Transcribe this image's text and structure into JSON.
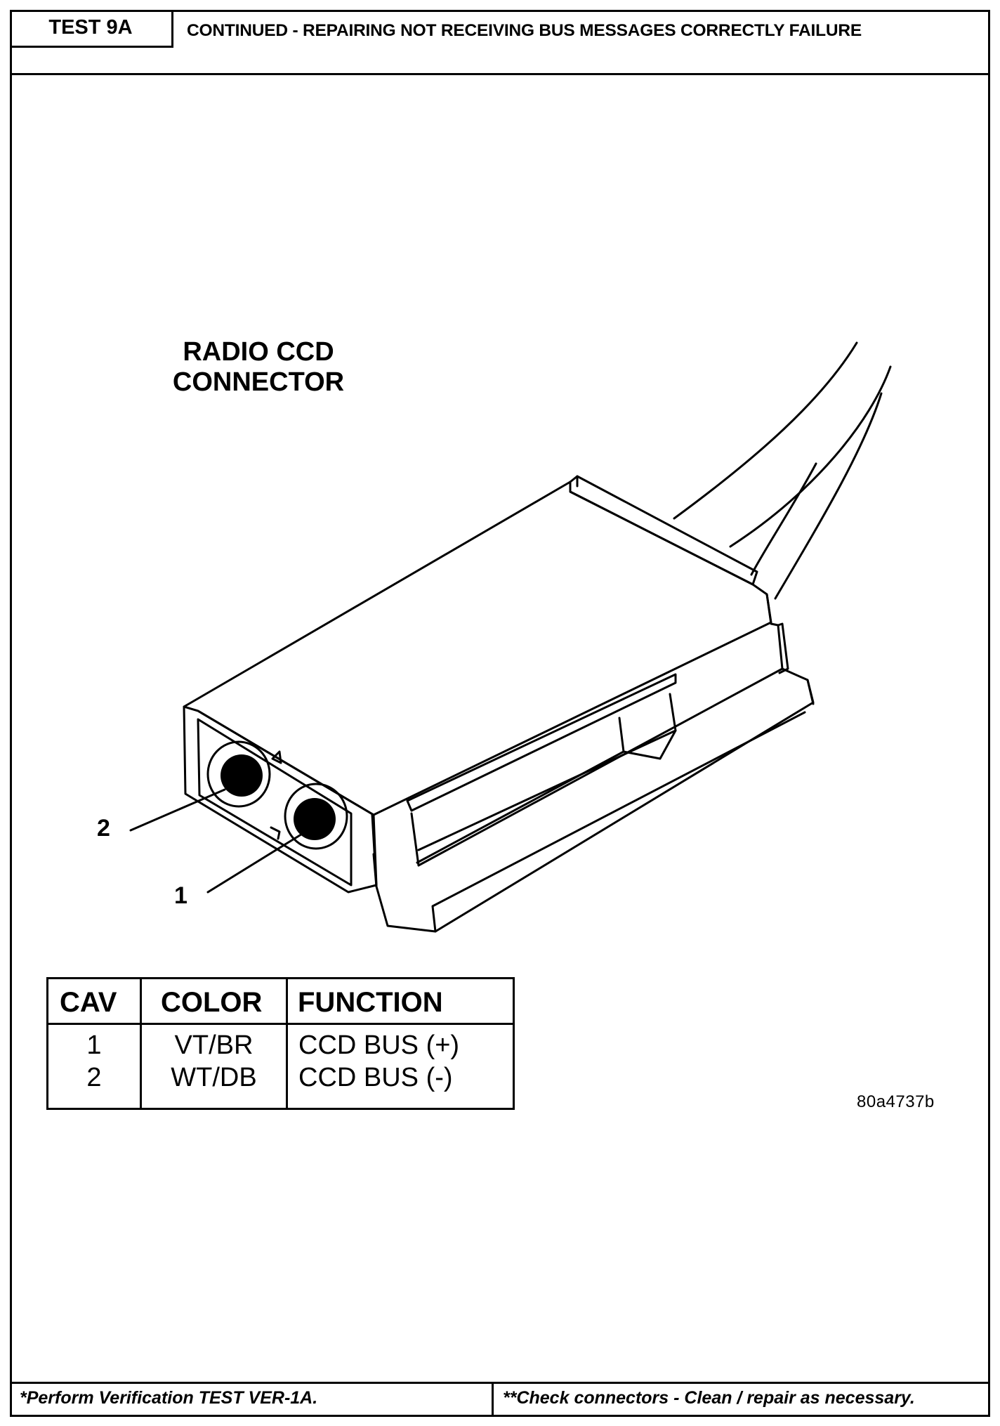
{
  "header": {
    "test_label": "TEST 9A",
    "title": "CONTINUED - REPAIRING NOT RECEIVING BUS MESSAGES CORRECTLY FAILURE"
  },
  "diagram": {
    "connector_label_line1": "RADIO CCD",
    "connector_label_line2": "CONNECTOR",
    "pin_label_2": "2",
    "pin_label_1": "1"
  },
  "cav_table": {
    "headers": [
      "CAV",
      "COLOR",
      "FUNCTION"
    ],
    "rows": [
      {
        "cav": "1",
        "color": "VT/BR",
        "function": "CCD BUS (+)"
      },
      {
        "cav": "2",
        "color": "WT/DB",
        "function": "CCD BUS (-)"
      }
    ]
  },
  "figure_id": "80a4737b",
  "footer": {
    "left": "*Perform Verification TEST VER-1A.",
    "right": "**Check connectors - Clean / repair as necessary."
  }
}
